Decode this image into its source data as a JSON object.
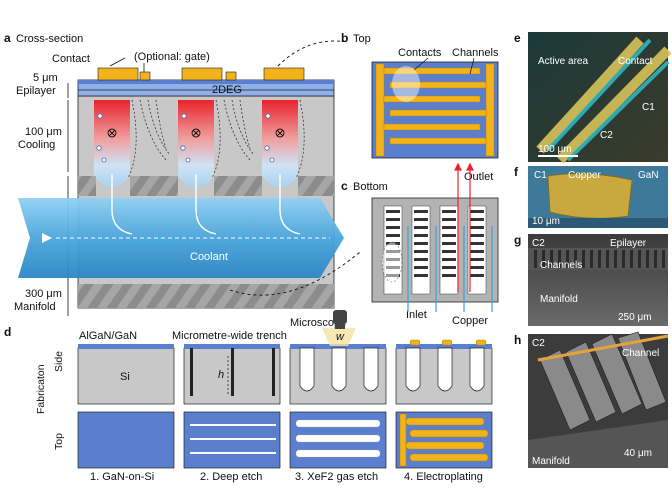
{
  "panels": {
    "a": {
      "letter": "a",
      "title": "Cross-section",
      "contact": "Contact",
      "gate": "(Optional: gate)",
      "epi_thickness": "5 μm",
      "epi_name": "Epilayer",
      "twodeg": "2DEG",
      "cool_thickness": "100 μm",
      "cool_name": "Cooling",
      "coolant": "Coolant",
      "man_thickness": "300 μm",
      "man_name": "Manifold"
    },
    "b": {
      "letter": "b",
      "title": "Top",
      "contacts": "Contacts",
      "channels": "Channels"
    },
    "c": {
      "letter": "c",
      "title": "Bottom",
      "outlet": "Outlet",
      "inlet": "Inlet"
    },
    "d": {
      "letter": "d",
      "algan": "AlGaN/GaN",
      "trench": "Micrometre-wide trench",
      "microscope": "Microscope",
      "copper": "Copper",
      "si": "Si",
      "h": "h",
      "w": "w",
      "side": "Side",
      "top": "Top",
      "fab": "Fabricaton",
      "steps": [
        "1. GaN-on-Si",
        "2. Deep etch",
        "3. XeF2 gas etch",
        "4. Electroplating"
      ]
    },
    "e": {
      "letter": "e",
      "active_area": "Active area",
      "contact": "Contact",
      "c1": "C1",
      "c2": "C2",
      "scale": "100 μm"
    },
    "f": {
      "letter": "f",
      "c1": "C1",
      "copper": "Copper",
      "gan": "GaN",
      "scale": "10 μm"
    },
    "g": {
      "letter": "g",
      "c2": "C2",
      "epilayer": "Epilayer",
      "channels": "Channels",
      "manifold": "Manifold",
      "scale": "250 μm"
    },
    "h": {
      "letter": "h",
      "c2": "C2",
      "channel": "Channel",
      "manifold": "Manifold",
      "scale": "40 μm"
    }
  },
  "colors": {
    "contact": "#f2b21b",
    "gan": "#5b7fcf",
    "si": "#c8c8c8",
    "coolant": "#4aa6dc",
    "hot": "#e8242c",
    "outlet": "#e8242c",
    "inlet": "#3aa0dc"
  }
}
